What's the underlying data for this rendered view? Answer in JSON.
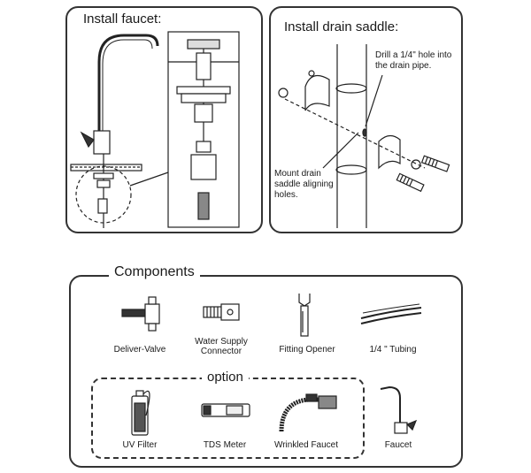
{
  "install_faucet": {
    "title": "Install faucet:"
  },
  "install_drain": {
    "title": "Install drain saddle:",
    "note_drill": "Drill a 1/4\" hole into\nthe drain pipe.",
    "note_mount": "Mount drain\nsaddle aligning\nholes."
  },
  "components": {
    "title": "Components",
    "option_title": "option",
    "items": [
      {
        "label": "Deliver-Valve",
        "icon": "deliver-valve-icon"
      },
      {
        "label": "Water Supply\nConnector",
        "icon": "water-supply-connector-icon"
      },
      {
        "label": "Fitting Opener",
        "icon": "fitting-opener-icon"
      },
      {
        "label": "1/4 \" Tubing",
        "icon": "tubing-icon"
      },
      {
        "label": "UV Filter",
        "icon": "uv-filter-icon"
      },
      {
        "label": "TDS Meter",
        "icon": "tds-meter-icon"
      },
      {
        "label": "Wrinkled Faucet",
        "icon": "wrinkled-faucet-icon"
      },
      {
        "label": "Faucet",
        "icon": "faucet-icon"
      }
    ]
  }
}
